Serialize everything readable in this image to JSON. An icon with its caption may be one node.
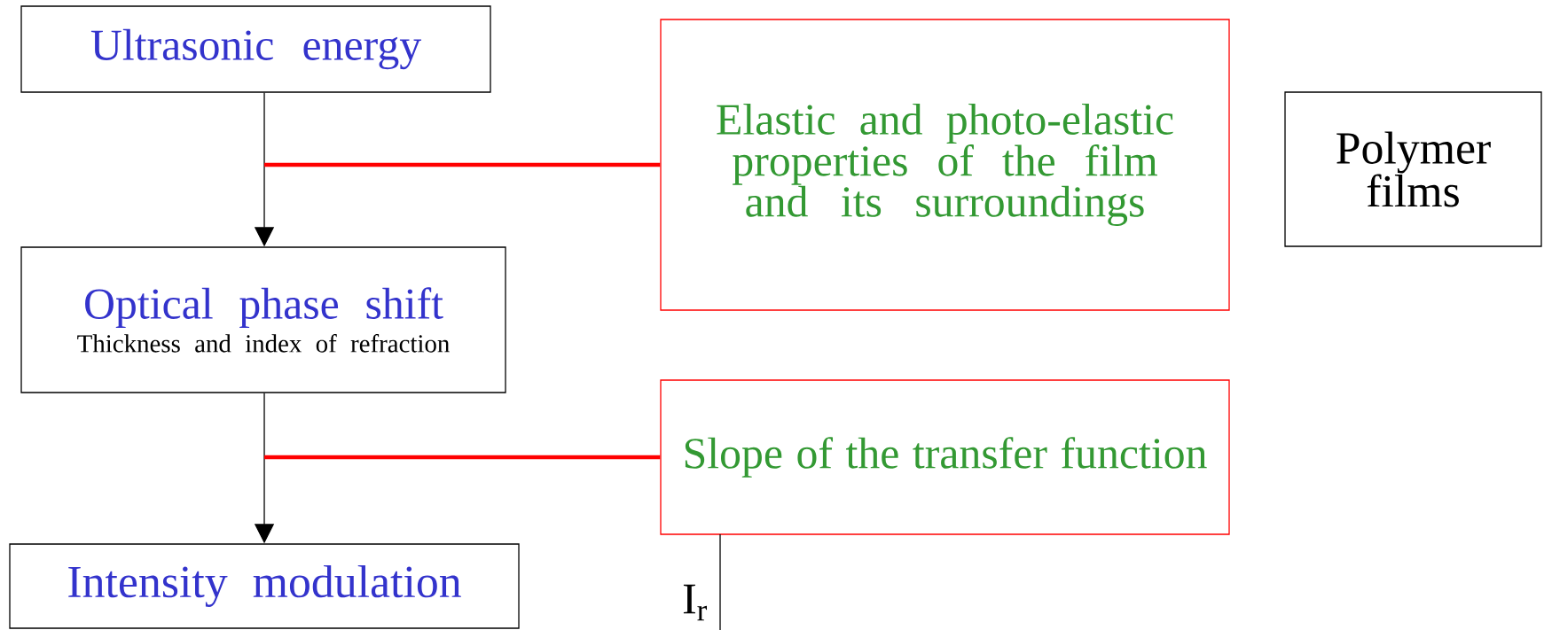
{
  "diagram": {
    "nodes": [
      {
        "text": [
          "Ultrasonic energy"
        ]
      },
      {
        "text": [
          "Optical phase shift",
          "Thickness and index of refraction"
        ]
      },
      {
        "text": [
          "Intensity modulation"
        ]
      },
      {
        "text": [
          "Elastic and photo-elastic properties of the film and its surroundings"
        ]
      },
      {
        "text": [
          "Slope of the transfer function"
        ]
      },
      {
        "text": [
          "Polymer films"
        ]
      }
    ],
    "edges": [
      {
        "from": 0,
        "to": 1,
        "arrow": "to"
      },
      {
        "from": 1,
        "to": 2,
        "arrow": "to"
      },
      {
        "from": null,
        "to": 3,
        "arrow": "none",
        "style": "thick",
        "color": "#ff0000"
      },
      {
        "from": null,
        "to": 4,
        "arrow": "none",
        "style": "thick",
        "color": "#ff0000"
      }
    ],
    "labels": [
      "I$_{r}$"
    ]
  }
}
